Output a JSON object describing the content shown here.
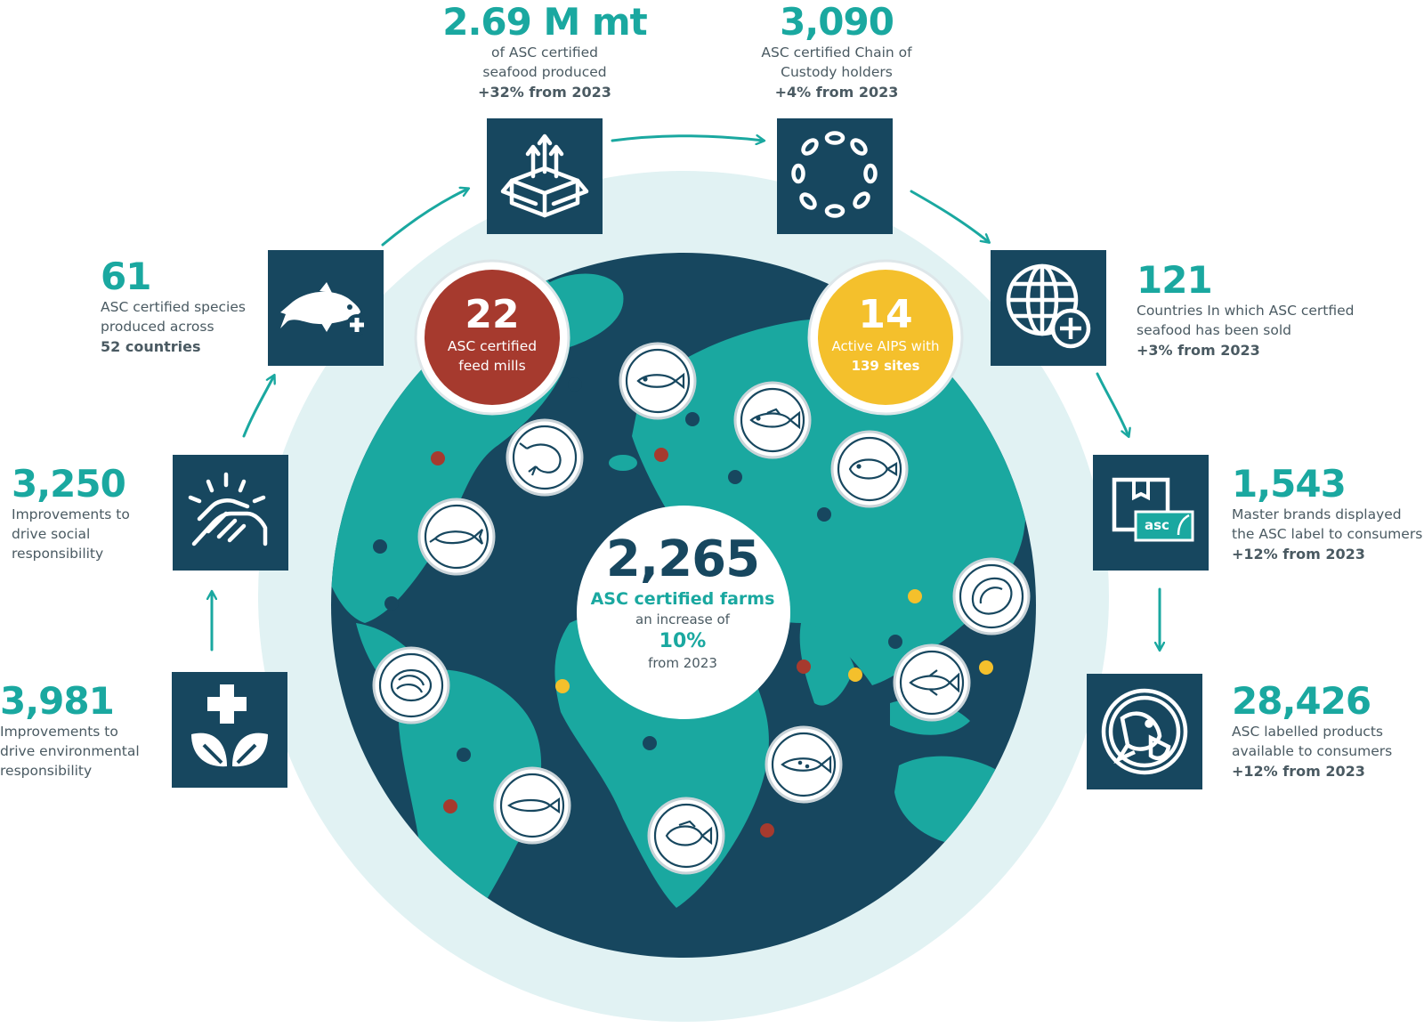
{
  "colors": {
    "navy": "#17475f",
    "teal": "#1aa8a0",
    "halo": "#e1f2f3",
    "red": "#a63a2e",
    "yellow": "#f4c02c",
    "white": "#ffffff"
  },
  "hub": {
    "value": "2,265",
    "label": "ASC certified farms",
    "line1": "an increase of",
    "percent": "10%",
    "line2": "from 2023"
  },
  "feed_mills": {
    "value": "22",
    "line1": "ASC certified",
    "line2": "feed mills"
  },
  "aips": {
    "value": "14",
    "line1": "Active AIPS with",
    "line2": "139 sites"
  },
  "stats": {
    "production": {
      "value": "2.69 M mt",
      "line1": "of ASC certified",
      "line2": "seafood produced",
      "change": "+32% from 2023",
      "icon": "box-arrows-up-icon"
    },
    "chain_of_custody": {
      "value": "3,090",
      "line1": "ASC certified Chain of",
      "line2": "Custody holders",
      "change": "+4% from 2023",
      "icon": "chain-icon"
    },
    "countries_sold": {
      "value": "121",
      "line1": "Countries In which ASC certfied",
      "line2": "seafood has been sold",
      "change": "+3% from 2023",
      "icon": "globe-plus-icon"
    },
    "master_brands": {
      "value": "1,543",
      "line1": "Master brands displayed",
      "line2": "the ASC label to consumers",
      "change": "+12% from 2023",
      "icon": "package-asc-label-icon"
    },
    "labelled_products": {
      "value": "28,426",
      "line1": "ASC labelled products",
      "line2": "available to consumers",
      "change": "+12% from 2023",
      "icon": "fish-lemon-plate-icon"
    },
    "species": {
      "value": "61",
      "line1": "ASC certified species",
      "line2": "produced across",
      "change": "52 countries",
      "icon": "fish-plus-icon"
    },
    "social": {
      "value": "3,250",
      "line1": "Improvements to",
      "line2": "drive social",
      "line3": "responsibility",
      "icon": "handshake-icon"
    },
    "environmental": {
      "value": "3,981",
      "line1": "Improvements to",
      "line2": "drive environmental",
      "line3": "responsibility",
      "icon": "leaf-cross-icon"
    }
  }
}
